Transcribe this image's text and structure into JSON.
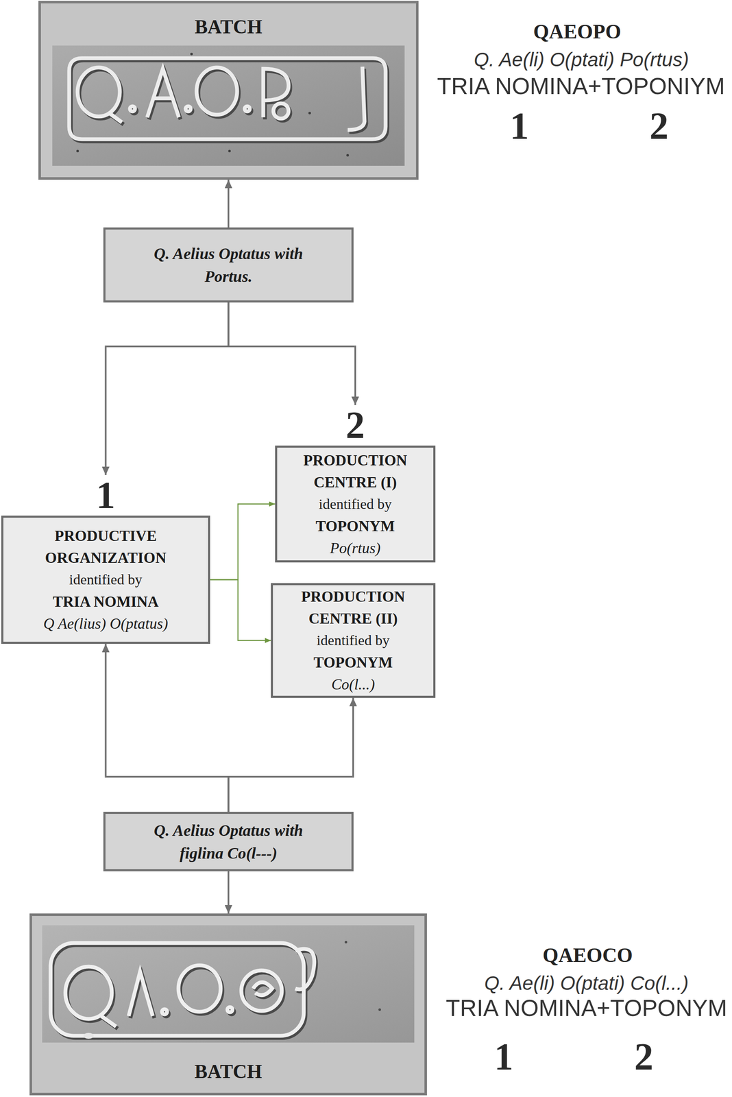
{
  "diagram": {
    "nodes": [
      {
        "text": [
          "BATCH"
        ]
      },
      {
        "text": [
          "Q. Aelius Optatus with Portus."
        ]
      },
      {
        "text": [
          "1",
          "PRODUCTIVE ORGANIZATION",
          "identified by",
          "TRIA NOMINA",
          "Q Ae(lius) O(ptatus)"
        ]
      },
      {
        "text": [
          "2",
          "PRODUCTION CENTRE (I)",
          "identified by",
          "TOPONYM",
          "Po(rtus)"
        ]
      },
      {
        "text": [
          "PRODUCTION CENTRE (II)",
          "identified by",
          "TOPONYM",
          "Co(l...)"
        ]
      },
      {
        "text": [
          "Q. Aelius Optatus with figlina Co(l---)"
        ]
      },
      {
        "text": [
          "BATCH"
        ]
      }
    ],
    "edges": [
      {
        "from": 1,
        "to": 0,
        "arrow": "to"
      },
      {
        "from": 1,
        "to": 2,
        "arrow": "to"
      },
      {
        "from": 1,
        "to": 3,
        "arrow": "to"
      },
      {
        "from": 2,
        "to": 3,
        "arrow": "to"
      },
      {
        "from": 2,
        "to": 4,
        "arrow": "to"
      },
      {
        "from": 5,
        "to": 2,
        "arrow": "to"
      },
      {
        "from": 5,
        "to": 4,
        "arrow": "to"
      },
      {
        "from": 5,
        "to": 6,
        "arrow": "to"
      }
    ],
    "labels": [
      "QAEOPO",
      "Q. Ae(li) O(ptati) Po(rtus)",
      "TRIA NOMINA+TOPONIYM",
      "1",
      "2",
      "QAEOCO",
      "Q. Ae(li) O(ptati) Co(l...)",
      "TRIA NOMINA+TOPONYM",
      "1",
      "2"
    ]
  }
}
